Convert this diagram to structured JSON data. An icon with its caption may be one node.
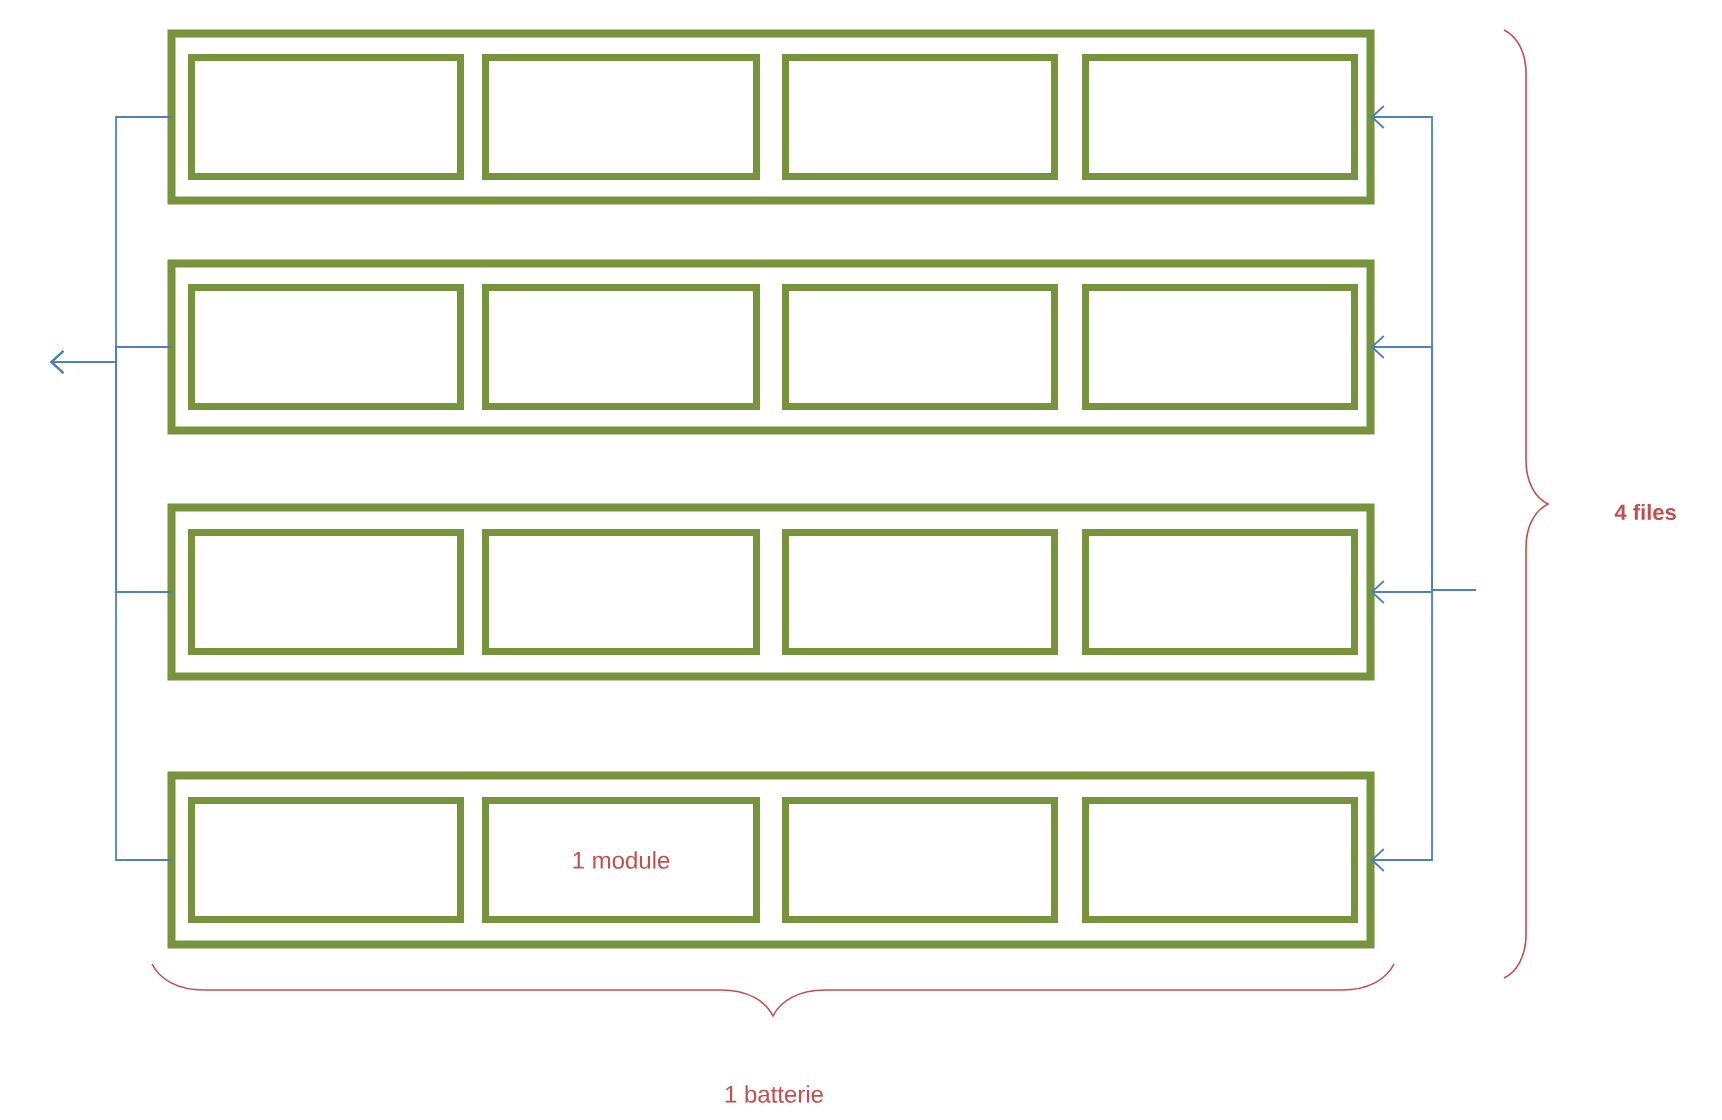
{
  "diagram": {
    "nodes": [
      {
        "text": [],
        "shape": "box"
      },
      {
        "text": [],
        "shape": "box",
        "in": 0
      },
      {
        "text": [],
        "shape": "box",
        "in": 0
      },
      {
        "text": [],
        "shape": "box",
        "in": 0
      },
      {
        "text": [],
        "shape": "box",
        "in": 0
      },
      {
        "text": [],
        "shape": "box"
      },
      {
        "text": [],
        "shape": "box",
        "in": 5
      },
      {
        "text": [],
        "shape": "box",
        "in": 5
      },
      {
        "text": [],
        "shape": "box",
        "in": 5
      },
      {
        "text": [],
        "shape": "box",
        "in": 5
      },
      {
        "text": [],
        "shape": "box"
      },
      {
        "text": [],
        "shape": "box",
        "in": 10
      },
      {
        "text": [],
        "shape": "box",
        "in": 10
      },
      {
        "text": [],
        "shape": "box",
        "in": 10
      },
      {
        "text": [],
        "shape": "box",
        "in": 10
      },
      {
        "text": [],
        "shape": "box"
      },
      {
        "text": [],
        "shape": "box",
        "in": 15
      },
      {
        "text": [
          "1 module"
        ],
        "in": 15
      },
      {
        "text": [],
        "shape": "box",
        "in": 15
      },
      {
        "text": [],
        "shape": "box",
        "in": 15
      }
    ],
    "edges": [
      {
        "from": 0,
        "to": null,
        "arrow": "to"
      },
      {
        "from": 5,
        "to": null,
        "arrow": "to"
      },
      {
        "from": 10,
        "to": null,
        "arrow": "to"
      },
      {
        "from": 15,
        "to": null,
        "arrow": "to"
      },
      {
        "from": null,
        "to": 0,
        "arrow": "to"
      },
      {
        "from": null,
        "to": 5,
        "arrow": "to"
      },
      {
        "from": null,
        "to": 10,
        "arrow": "to"
      },
      {
        "from": null,
        "to": 15,
        "arrow": "to"
      }
    ],
    "labels": [
      "4 files",
      "1 batterie"
    ]
  }
}
